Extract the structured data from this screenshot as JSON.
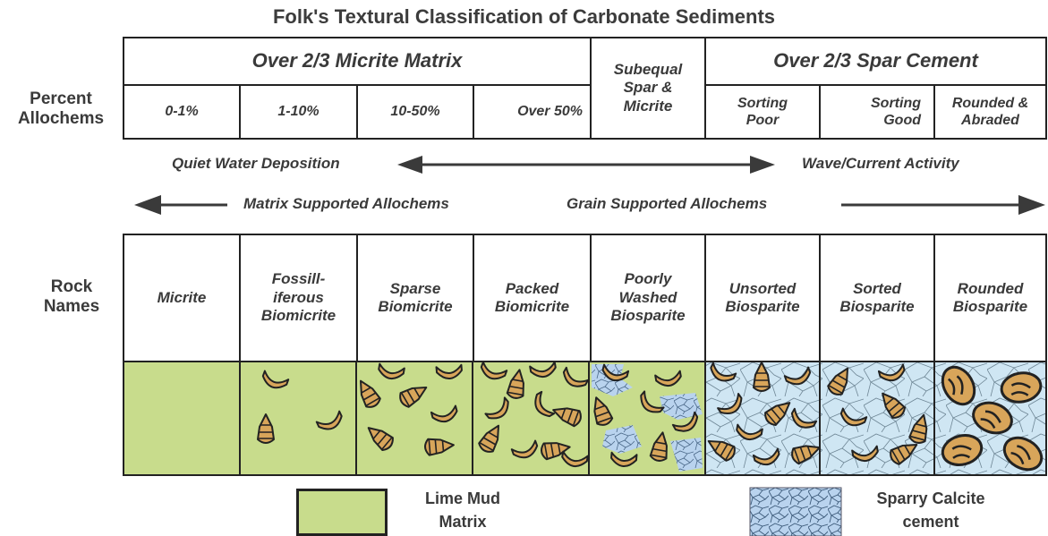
{
  "title": "Folk's Textural Classification of Carbonate Sediments",
  "row_labels": {
    "percent_allochems": [
      "Percent",
      "Allochems"
    ],
    "rock_names": [
      "Rock",
      "Names"
    ]
  },
  "header": {
    "micrite_group": "Over 2/3 Micrite Matrix",
    "subequal": [
      "Subequal",
      "Spar &",
      "Micrite"
    ],
    "spar_group": "Over 2/3 Spar Cement",
    "micrite_cols": [
      "0-1%",
      "1-10%",
      "10-50%",
      "Over 50%"
    ],
    "spar_cols": [
      [
        "Sorting",
        "Poor"
      ],
      [
        "Sorting",
        "Good"
      ],
      [
        "Rounded &",
        "Abraded"
      ]
    ]
  },
  "arrows": {
    "quiet": "Quiet Water Deposition",
    "wave": "Wave/Current Activity",
    "matrix": "Matrix Supported Allochems",
    "grain": "Grain Supported Allochems"
  },
  "rock_names": [
    [
      "Micrite"
    ],
    [
      "Fossill-",
      "iferous",
      "Biomicrite"
    ],
    [
      "Sparse",
      "Biomicrite"
    ],
    [
      "Packed",
      "Biomicrite"
    ],
    [
      "Poorly",
      "Washed",
      "Biosparite"
    ],
    [
      "Unsorted",
      "Biosparite"
    ],
    [
      "Sorted",
      "Biosparite"
    ],
    [
      "Rounded",
      "Biosparite"
    ]
  ],
  "legend": {
    "lime_mud": [
      "Lime Mud",
      "Matrix"
    ],
    "spar": [
      "Sparry Calcite",
      "cement"
    ]
  },
  "colors": {
    "matrix": "#c8dc8c",
    "spar": "#cfe6f3",
    "grain": "#d8a55a",
    "outline": "#222222"
  }
}
